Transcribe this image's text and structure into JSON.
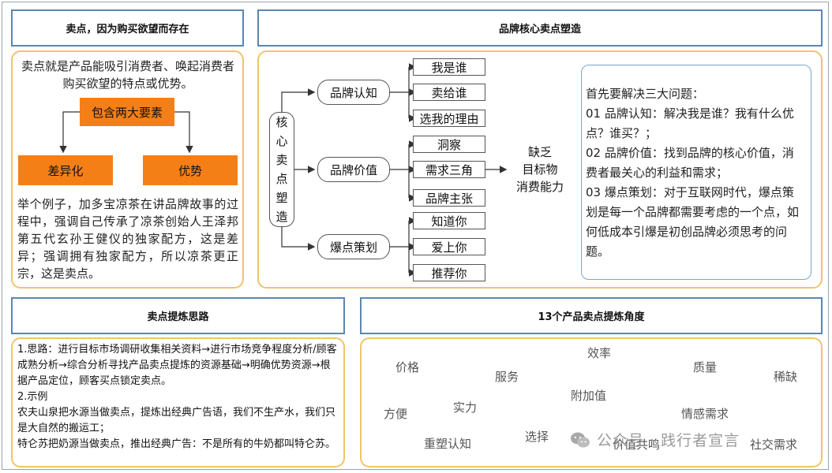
{
  "headers": {
    "top_left": "卖点，因为购买欲望而存在",
    "top_right": "品牌核心卖点塑造",
    "bottom_left": "卖点提炼思路",
    "bottom_right": "13个产品卖点提炼角度"
  },
  "left_panel": {
    "definition": "卖点就是产品能吸引消费者、唤起消费者购买欲望的特点或优势。",
    "contains": "包含两大要素",
    "element1": "差异化",
    "element2": "优势",
    "example": "举个例子，加多宝凉茶在讲品牌故事的过程中，强调自己传承了凉茶创始人王泽邦第五代玄孙王健仪的独家配方，这是差异；强调拥有独家配方，所以凉茶更正宗，这是卖点。"
  },
  "center": {
    "root": "核心卖点塑造",
    "root_chars": [
      "核",
      "心",
      "卖",
      "点",
      "塑",
      "造"
    ],
    "branches": [
      {
        "label": "品牌认知",
        "leaves": [
          "我是谁",
          "卖给谁",
          "选我的理由"
        ]
      },
      {
        "label": "品牌价值",
        "leaves": [
          "洞察",
          "需求三角",
          "品牌主张"
        ]
      },
      {
        "label": "爆点策划",
        "leaves": [
          "知道你",
          "爱上你",
          "推荐你"
        ]
      }
    ],
    "lack_lines": [
      "缺乏",
      "目标物",
      "消费能力"
    ]
  },
  "questions": {
    "intro": "首先要解决三大问题：",
    "q1": "01 品牌认知：解决我是谁？我有什么优点？谁买？；",
    "q2": "02 品牌价值：找到品牌的核心价值，消费者最关心的利益和需求；",
    "q3": "03 爆点策划：对于互联网时代，爆点策划是每一个品牌都需要考虑的一个点，如何低成本引爆是初创品牌必须思考的问题。"
  },
  "thinking": {
    "item1": "1.思路：进行目标市场调研收集相关资料→进行市场竞争程度分析/顾客成熟分析→综合分析寻找产品卖点提炼的资源基础→明确优势资源→根据产品定位，顾客买点锁定卖点。",
    "item2_title": "2.示例",
    "example1": "农夫山泉把水源当做卖点，提炼出经典广告语，我们不生产水，我们只是大自然的搬运工；",
    "example2": "特仑苏把奶源当做卖点，推出经典广告：不是所有的牛奶都叫特仑苏。"
  },
  "angles": {
    "price": "价格",
    "efficiency": "效率",
    "service": "服务",
    "quality": "质量",
    "scarcity": "稀缺",
    "convenience": "方便",
    "strength": "实力",
    "added_value": "附加值",
    "emotional_needs": "情感需求",
    "choice": "选择",
    "reshape_cognition": "重塑认知",
    "value_resonance": "价值共鸣",
    "social_needs": "社交需求"
  },
  "watermark": "公众号 · 践行者宣言",
  "colors": {
    "orange": "#f57f17",
    "header_border": "#5b86b2",
    "panel_border": "#f0c46a",
    "question_border": "#7aa9cf"
  }
}
